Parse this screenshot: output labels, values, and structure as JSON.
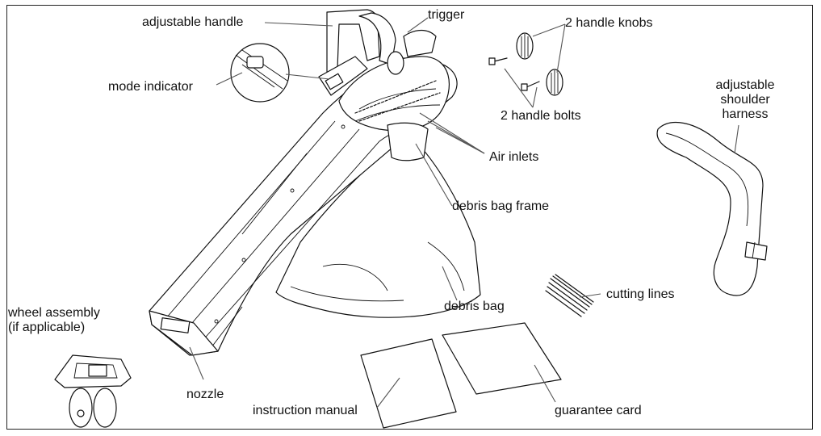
{
  "labels": {
    "adjustable_handle": "adjustable handle",
    "trigger": "trigger",
    "handle_knobs": "2 handle knobs",
    "mode_indicator": "mode indicator",
    "handle_bolts": "2 handle bolts",
    "shoulder_harness_1": "adjustable",
    "shoulder_harness_2": "shoulder",
    "shoulder_harness_3": "harness",
    "air_inlets": "Air inlets",
    "debris_bag_frame": "debris bag frame",
    "cutting_lines": "cutting lines",
    "debris_bag": "debris bag",
    "wheel_assembly_1": "wheel assembly",
    "wheel_assembly_2": "(if applicable)",
    "nozzle": "nozzle",
    "instruction_manual": "instruction manual",
    "guarantee_card": "guarantee card"
  }
}
